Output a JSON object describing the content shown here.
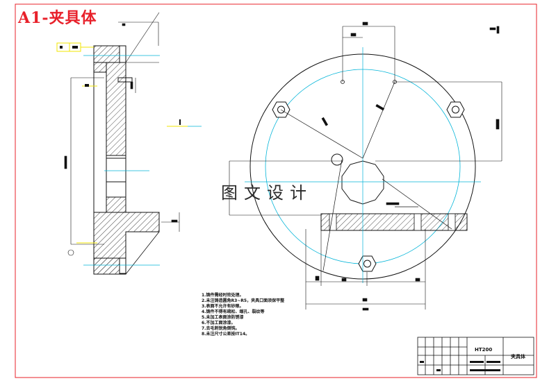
{
  "sheet_title": "A1-夹具体",
  "watermark": "图文设计",
  "colors": {
    "frame": "#e8202a",
    "line": "#111111",
    "centerline": "#00b4d8",
    "hatch": "#333333",
    "dimension": "#111111",
    "highlight": "#f2e600"
  },
  "technical_notes": [
    "1.铸件需经时效处理。",
    "2.未注铸造圆角R3~R5，夹具口面须保平整",
    "3.表面不允许有砂眼。",
    "4.铸件不得有疏松、缩孔、裂纹等",
    "5.未加工表面涂防锈漆",
    "6.不加工面涂漆。",
    "7.去毛刺锐角倒钝。",
    "8.未注尺寸公差按IT14。"
  ],
  "title_block": {
    "part_name": "夹具体",
    "material": "HT200"
  }
}
